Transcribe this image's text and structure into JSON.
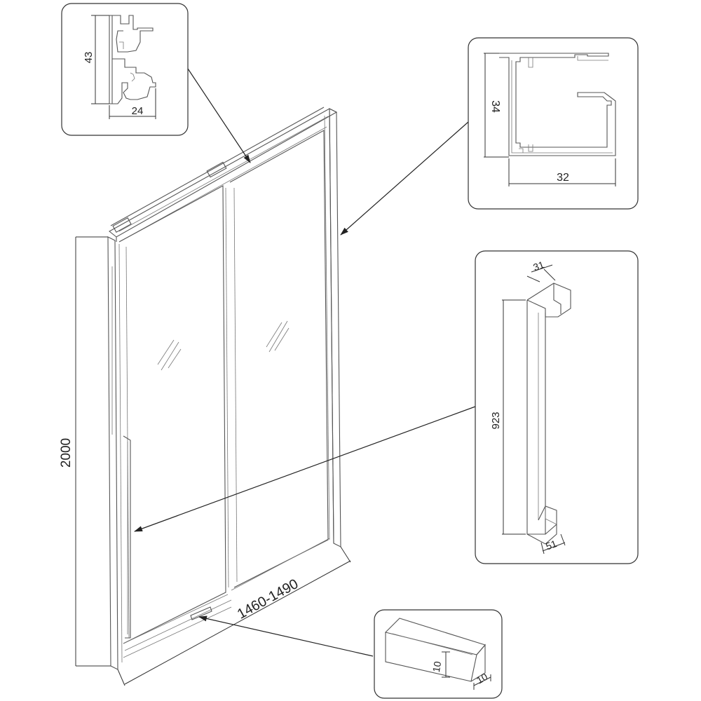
{
  "dimensions": {
    "height": "2000",
    "width": "1460-1490",
    "top_profile_height": "43",
    "top_profile_width": "24",
    "side_profile_height": "34",
    "side_profile_width": "32",
    "handle_length": "923",
    "handle_depth": "31",
    "handle_base": "51",
    "stopper_height": "10",
    "stopper_width": "10"
  },
  "colors": {
    "line": "#333333",
    "background": "#ffffff"
  }
}
